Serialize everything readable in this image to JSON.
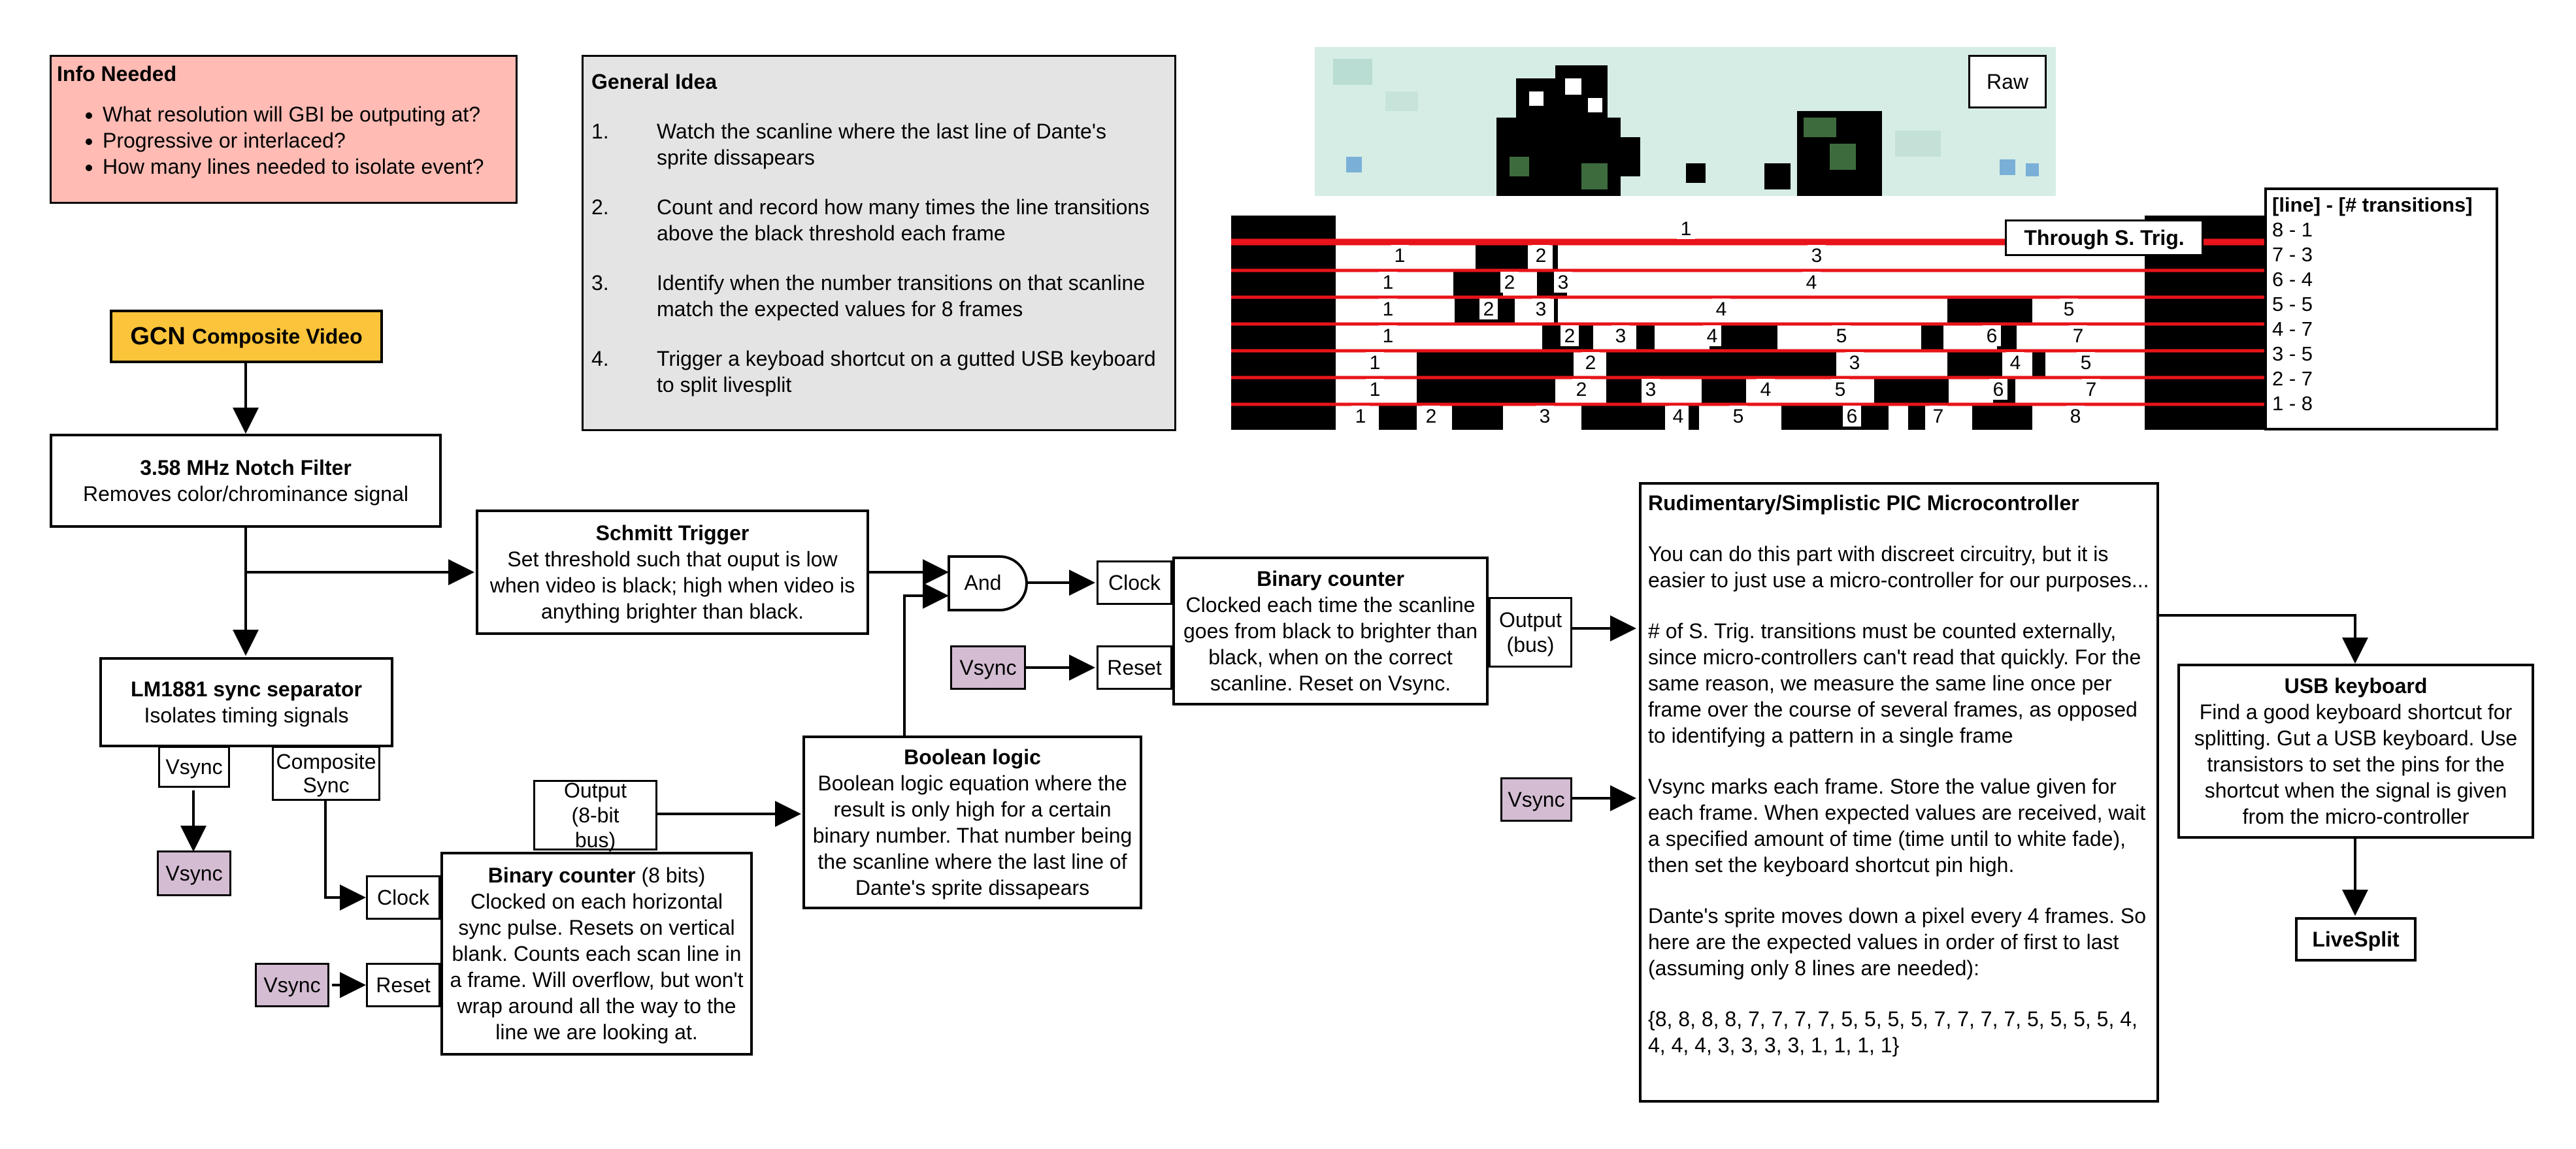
{
  "info_needed": {
    "title": "Info Needed",
    "items": [
      "What resolution will GBI be outputing at?",
      "Progressive or interlaced?",
      "How many lines needed to isolate event?"
    ],
    "color": "#ffbbb4"
  },
  "general_idea": {
    "title": "General Idea",
    "steps": [
      {
        "num": "1.",
        "text": "Watch the scanline where the last line of Dante's sprite dissapears"
      },
      {
        "num": "2.",
        "text": "Count and record how many times the line transitions above the black threshold each frame"
      },
      {
        "num": "3.",
        "text": "Identify when the number transitions on that scanline match the expected values for 8 frames"
      },
      {
        "num": "4.",
        "text": "Trigger a keyboad shortcut on a gutted USB keyboard to split livesplit"
      }
    ],
    "color": "#e4e4e4"
  },
  "raw_label": "Raw",
  "strig_label": "Through S. Trig.",
  "transitions": {
    "header": "[line] - [# transitions]",
    "rows": [
      "8 - 1",
      "7 - 3",
      "6 - 4",
      "5 - 5",
      "4 - 7",
      "3 - 5",
      "2 - 7",
      "1 - 8"
    ]
  },
  "scan_numbers": [
    [
      "1"
    ],
    [
      "1",
      "2",
      "3"
    ],
    [
      "1",
      "2",
      "3",
      "4"
    ],
    [
      "1",
      "2",
      "3",
      "4",
      "5"
    ],
    [
      "1",
      "2",
      "3",
      "4",
      "5",
      "6",
      "7"
    ],
    [
      "1",
      "2",
      "3",
      "4",
      "5"
    ],
    [
      "1",
      "2",
      "3",
      "4",
      "5",
      "6",
      "7"
    ],
    [
      "1",
      "2",
      "3",
      "4",
      "5",
      "6",
      "7",
      "8"
    ]
  ],
  "gcn": {
    "prefix": "GCN",
    "suffix": "Composite Video",
    "color": "#fbc43a"
  },
  "notch": {
    "title": "3.58 MHz Notch Filter",
    "desc": "Removes color/chrominance signal"
  },
  "lm1881": {
    "title": "LM1881 sync separator",
    "desc": "Isolates timing signals"
  },
  "lm_vsync_out": "Vsync",
  "lm_composite_out": "Composite Sync",
  "vsync_label": "Vsync",
  "vsync_color": "#d4bdd3",
  "schmitt": {
    "title": "Schmitt Trigger",
    "desc": "Set threshold such that ouput is low when video is black; high when video is anything brighter than black."
  },
  "and_gate": "And",
  "clock_label": "Clock",
  "reset_label": "Reset",
  "counter2": {
    "title": "Binary counter",
    "desc": "Clocked each time the scanline goes from black to brighter than black, when on the correct scanline. Reset on Vsync."
  },
  "output_bus": "Output (bus)",
  "boolean": {
    "title": "Boolean logic",
    "desc": "Boolean logic equation where the result is only high for a certain binary number. That number being the scanline where the last line of Dante's sprite dissapears"
  },
  "output_8bit": "Output (8-bit bus)",
  "counter1": {
    "title": "Binary counter",
    "title_suffix": " (8 bits)",
    "desc": "Clocked on each horizontal sync pulse. Resets on vertical blank. Counts each scan line in a frame. Will overflow, but won't wrap around all the way to the line we are looking at."
  },
  "pic": {
    "title": "Rudimentary/Simplistic PIC Microcontroller",
    "paragraphs": [
      "You can do this part with discreet circuitry, but it is easier to just use a micro-controller for our purposes...",
      "# of S. Trig. transitions must be counted externally, since micro-controllers can't read that quickly. For the same reason, we measure the same line once per frame over the course of several frames, as opposed to identifying a pattern in a single frame",
      "Vsync marks each frame. Store the value given for each frame. When expected values are received, wait a specified amount of time (time until to white fade), then set the keyboard shortcut pin high.",
      "Dante's sprite moves down a pixel every 4 frames. So here are the expected values in order of first to last (assuming only 8 lines are needed):",
      "{8, 8, 8, 8, 7, 7, 7, 7, 5, 5, 5, 5, 7, 7, 7, 7, 5, 5, 5, 5, 4, 4, 4, 4, 3, 3, 3, 3, 1, 1, 1, 1}"
    ]
  },
  "usb": {
    "title": "USB keyboard",
    "desc": "Find a good keyboard shortcut for splitting. Gut a USB keyboard. Use transistors to set the pins for the shortcut when the signal is given from the micro-controller"
  },
  "livesplit": "LiveSplit",
  "scanline_color": "#e8141a"
}
